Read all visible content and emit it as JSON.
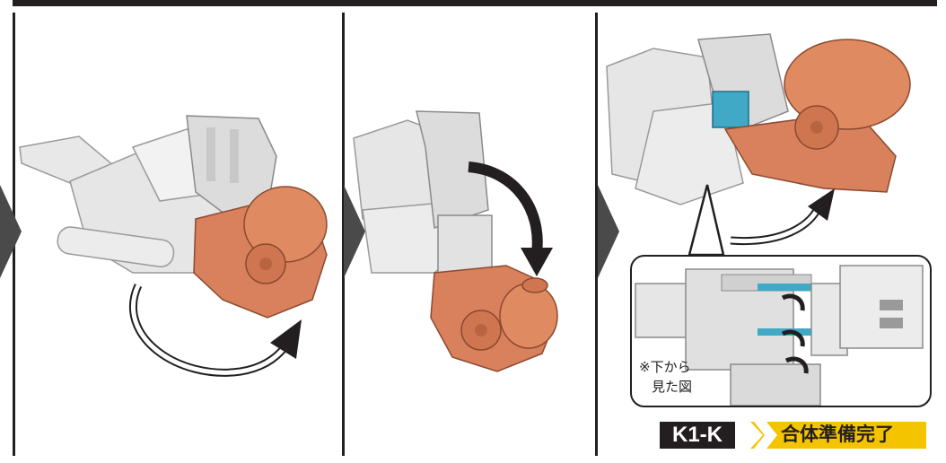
{
  "inset": {
    "note_line1": "※下から",
    "note_line2": "見た図"
  },
  "step": {
    "code": "K1-K",
    "label": "合体準備完了"
  },
  "colors": {
    "frame": "#231f20",
    "gray_part": "#e6e6e6",
    "orange_part": "#d9805c",
    "blue_joint": "#3fa9c6",
    "label_yellow": "#f5c400"
  }
}
